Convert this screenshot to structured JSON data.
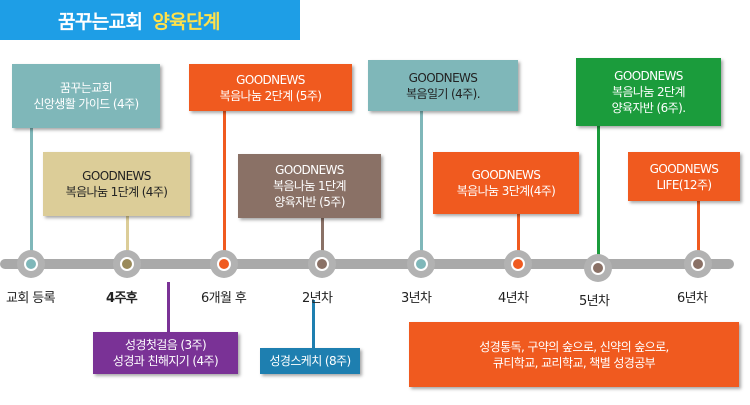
{
  "header": {
    "title": "꿈꾸는교회",
    "subtitle": "양육단계"
  },
  "milestones": [
    "교회 등록",
    "4주후",
    "6개월 후",
    "2년차",
    "3년차",
    "4년차",
    "5년차",
    "6년차"
  ],
  "above_boxes": [
    {
      "lines": [
        "꿈꾸는교회",
        "신앙생활 가이드 (4주)"
      ],
      "color": "#7fb7b9",
      "text_color": "#ffffff"
    },
    {
      "lines": [
        "GOODNEWS",
        "복음나눔 1단계 (4주)"
      ],
      "color": "#dccd98",
      "text_color": "#222222"
    },
    {
      "lines": [
        "GOODNEWS",
        "복음나눔 2단계 (5주)"
      ],
      "color": "#f05a1f",
      "text_color": "#ffffff"
    },
    {
      "lines": [
        "GOODNEWS",
        "복음나눔 1단계",
        "양육자반 (5주)"
      ],
      "color": "#8a7166",
      "text_color": "#ffffff"
    },
    {
      "lines": [
        "GOODNEWS",
        "복음일기 (4주)."
      ],
      "color": "#7fb7b9",
      "text_color": "#222222"
    },
    {
      "lines": [
        "GOODNEWS",
        "복음나눔 3단계(4주)"
      ],
      "color": "#f05a1f",
      "text_color": "#ffffff"
    },
    {
      "lines": [
        "GOODNEWS",
        "복음나눔 2단계",
        "양육자반 (6주)."
      ],
      "color": "#1b9c3c",
      "text_color": "#ffffff"
    },
    {
      "lines": [
        "GOODNEWS",
        "LIFE(12주)"
      ],
      "color": "#f05a1f",
      "text_color": "#ffffff"
    }
  ],
  "below_boxes": [
    {
      "lines": [
        "성경첫걸음 (3주)",
        "성경과 친해지기 (4주)"
      ],
      "color": "#7a3296",
      "text_color": "#ffffff"
    },
    {
      "lines": [
        "성경스케치 (8주)"
      ],
      "color": "#1e7fb0",
      "text_color": "#ffffff"
    },
    {
      "lines": [
        "성경통독, 구약의 숲으로, 신약의 숲으로,",
        "큐티학교, 교리학교, 책별 성경공부"
      ],
      "color": "#f05a1f",
      "text_color": "#ffffff"
    }
  ]
}
